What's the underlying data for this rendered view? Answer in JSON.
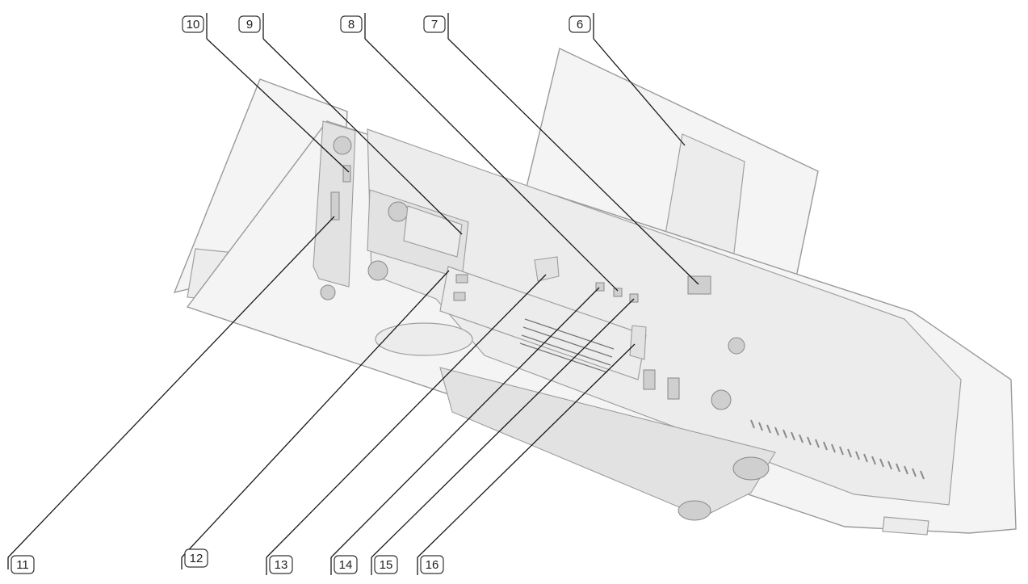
{
  "callouts_top": [
    "10",
    "9",
    "8",
    "7",
    "6"
  ],
  "callouts_bottom": [
    "11",
    "12",
    "13",
    "14",
    "15",
    "16"
  ]
}
